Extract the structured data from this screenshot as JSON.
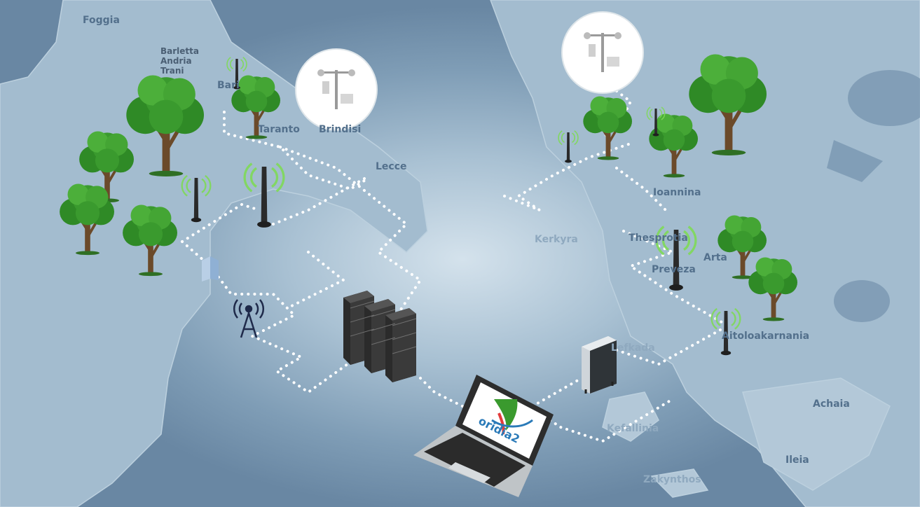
{
  "map_labels": {
    "foggia": "Foggia",
    "barletta": "Barletta",
    "andria": "Andria",
    "trani": "Trani",
    "bari": "Bari",
    "taranto": "Taranto",
    "brindisi": "Brindisi",
    "lecce": "Lecce",
    "kerkyra": "Kerkyra",
    "ioannina": "Ioannina",
    "thesprotia": "Thesprotia",
    "arta": "Arta",
    "preveza": "Preveza",
    "aitoloakarnania": "Aitoloakarnania",
    "lefkada": "Lefkada",
    "kefallinia": "Kefallinia",
    "achaia": "Achaia",
    "ileia": "Ileia",
    "zakynthos": "Zakynthos"
  },
  "laptop_screen": {
    "logo_text": "oridia2"
  },
  "colors": {
    "sea": "#7f9db6",
    "land": "#9fb8cc",
    "tree_foliage": "#3a9a2e",
    "tree_trunk": "#6b4a2a",
    "signal_waves": "#7ed957",
    "network_dots": "#ffffff",
    "antenna": "#2a2a2a"
  },
  "icons": [
    "tree-icon",
    "antenna-icon",
    "weather-station-icon",
    "server-rack-icon",
    "laptop-icon",
    "cell-tower-icon",
    "gateway-device-icon",
    "building-icon"
  ]
}
